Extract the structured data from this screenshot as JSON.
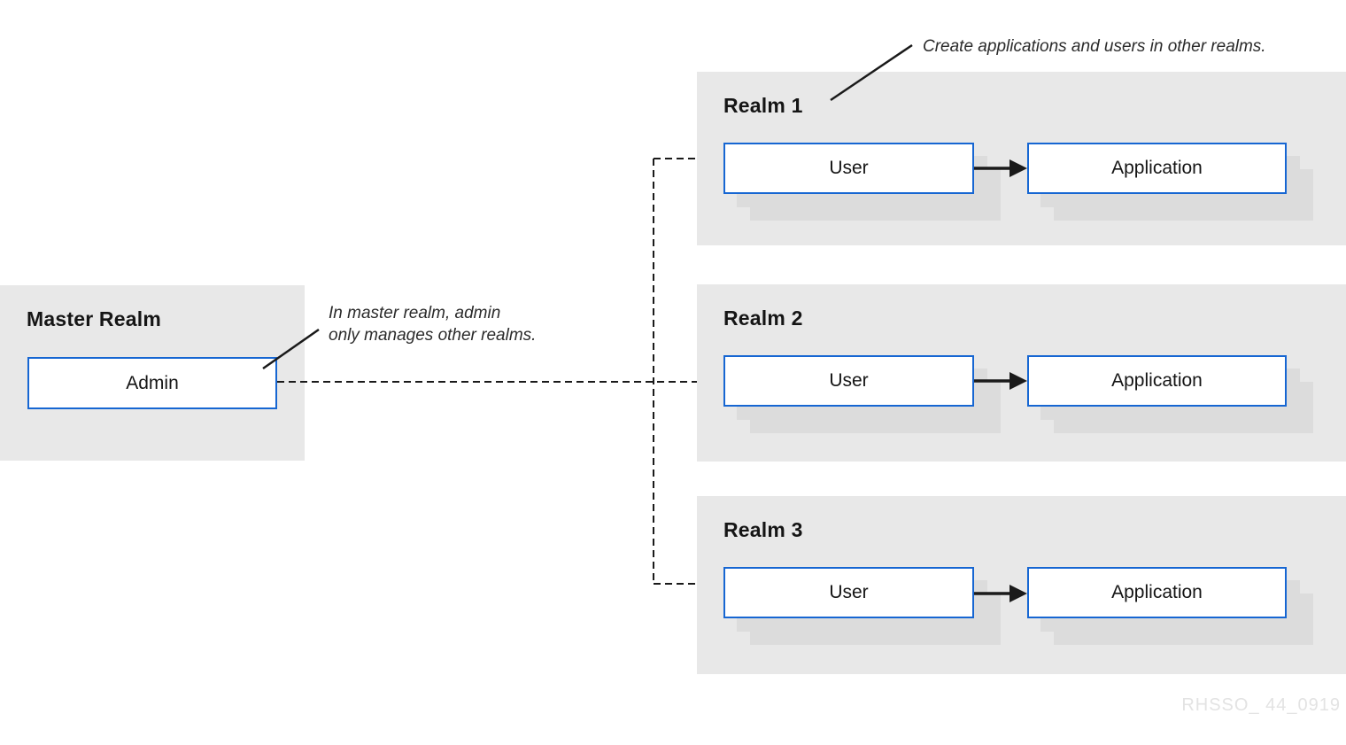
{
  "master_realm": {
    "title": "Master Realm",
    "admin_label": "Admin"
  },
  "realms": [
    {
      "title": "Realm 1",
      "user_label": "User",
      "application_label": "Application"
    },
    {
      "title": "Realm 2",
      "user_label": "User",
      "application_label": "Application"
    },
    {
      "title": "Realm 3",
      "user_label": "User",
      "application_label": "Application"
    }
  ],
  "annotations": {
    "create_realms": "Create applications and users in other realms.",
    "master_line1": "In master realm, admin",
    "master_line2": "only manages other realms."
  },
  "watermark": "RHSSO_ 44_0919",
  "colors": {
    "panel_bg": "#e8e8e8",
    "box_border": "#1666d2",
    "box_fill": "#ffffff",
    "shadow": "#dcdcdc",
    "line": "#1a1a1a",
    "text": "#151515",
    "annotation_text": "#2b2b2b",
    "watermark": "#e3e3e3"
  }
}
